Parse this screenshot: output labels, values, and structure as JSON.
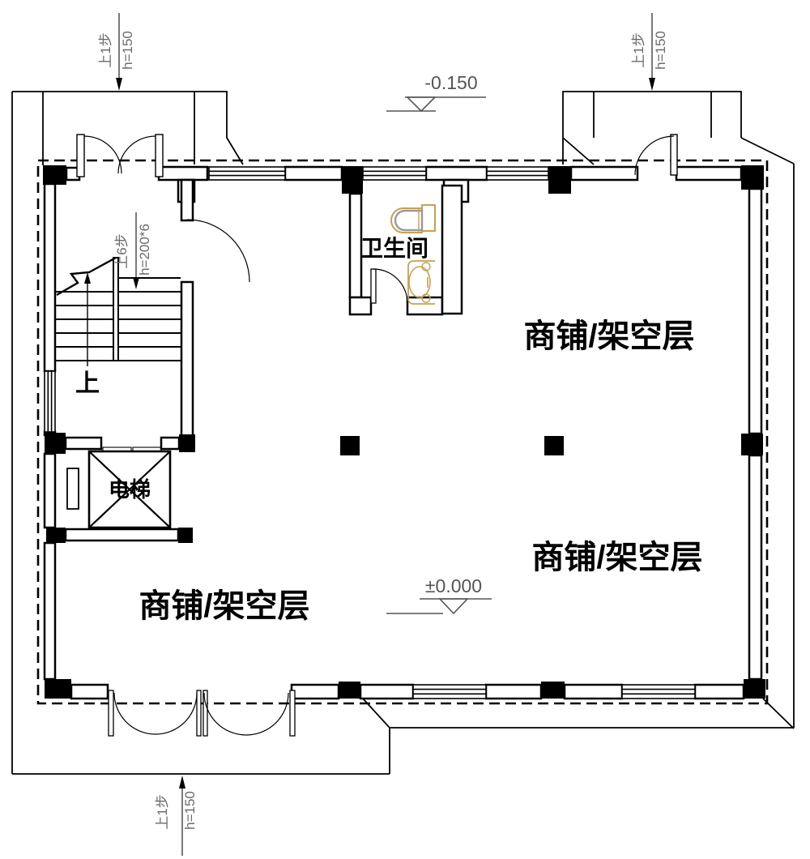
{
  "plan": {
    "title_labels": {
      "shop_upper": "商铺/架空层",
      "shop_lower": "商铺/架空层",
      "shop_left": "商铺/架空层",
      "bathroom": "卫生间",
      "elevator": "电梯",
      "stair_up": "上"
    },
    "elevation_markers": {
      "entrance": "-0.150",
      "ground": "±0.000"
    },
    "step_annotations": {
      "top_left": {
        "steps": "上1步",
        "height": "h=150"
      },
      "top_right": {
        "steps": "上1步",
        "height": "h=150"
      },
      "bottom": {
        "steps": "上1步",
        "height": "h=150"
      },
      "stair": {
        "steps": "上6步",
        "height": "h=200*6"
      }
    },
    "colors": {
      "line": "#000000",
      "annotation_text": "#6b6b6b",
      "elevation_text": "#555555",
      "fixture": "#c9a050",
      "fixture_accent": "#999999",
      "background": "#ffffff"
    }
  }
}
